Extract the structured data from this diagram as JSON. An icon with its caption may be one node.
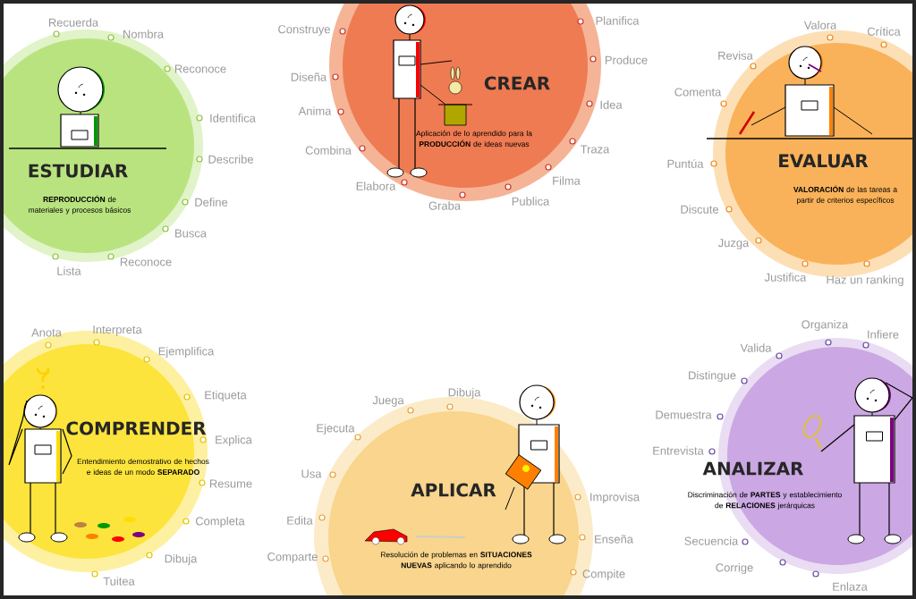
{
  "diagram": {
    "nodes": [
      {
        "text": [
          "ESTUDIAR",
          "**REPRODUCCIÓN** de materiales y procesos básicos"
        ],
        "beside": [
          "Recuerda",
          "Nombra",
          "Reconoce",
          "Identifica",
          "Describe",
          "Define",
          "Busca",
          "Lista",
          "Reconoce"
        ]
      },
      {
        "text": [
          "CREAR",
          "Aplicación de lo aprendido para la **PRODUCCIÓN** de ideas nuevas"
        ],
        "beside": [
          "Construye",
          "Diseña",
          "Anima",
          "Combina",
          "Elabora",
          "Graba",
          "Publica",
          "Filma",
          "Traza",
          "Idea",
          "Produce",
          "Planifica"
        ]
      },
      {
        "text": [
          "EVALUAR",
          "**VALORACIÓN** de las tareas a partir de criterios específicos"
        ],
        "beside": [
          "Valora",
          "Crítica",
          "Revisa",
          "Comenta",
          "Puntúa",
          "Discute",
          "Juzga",
          "Justifica",
          "Haz un ranking"
        ]
      },
      {
        "text": [
          "COMPRENDER",
          "Entendimiento demostrativo de hechos e ideas de un modo **SEPARADO**"
        ],
        "beside": [
          "Anota",
          "Interpreta",
          "Ejemplifica",
          "Etiqueta",
          "Explica",
          "Resume",
          "Completa",
          "Dibuja",
          "Tuitea"
        ]
      },
      {
        "text": [
          "APLICAR",
          "Resolución de problemas en **SITUACIONES NUEVAS** aplicando lo aprendido"
        ],
        "beside": [
          "Juega",
          "Dibuja",
          "Ejecuta",
          "Usa",
          "Edita",
          "Comparte",
          "Improvisa",
          "Enseña",
          "Compite"
        ]
      },
      {
        "text": [
          "ANALIZAR",
          "Discriminación de **PARTES** y establecimiento de **RELACIONES** jerárquicas"
        ],
        "beside": [
          "Organiza",
          "Infiere",
          "Valida",
          "Distingue",
          "Demuestra",
          "Entrevista",
          "Secuencia",
          "Corrige",
          "Enlaza"
        ]
      }
    ]
  }
}
